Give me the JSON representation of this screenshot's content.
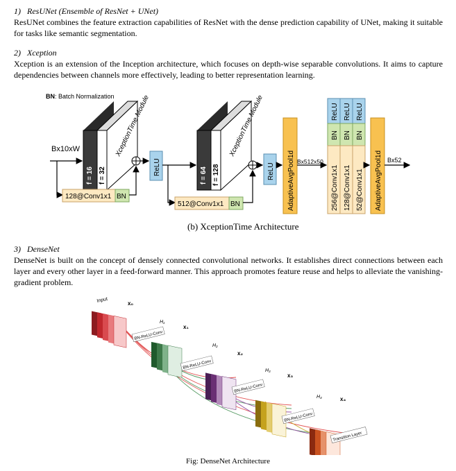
{
  "sections": [
    {
      "heading": "1)   ResUNet (Ensemble of ResNet + UNet)",
      "body": "ResUNet combines the feature extraction capabilities of ResNet with the dense prediction capability of UNet, making it suitable for tasks like semantic segmentation."
    },
    {
      "heading": "2)   Xception",
      "body": "Xception is an extension of the Inception architecture, which focuses on depth-wise separable convolutions. It aims to capture dependencies between channels more effectively, leading to better representation learning."
    },
    {
      "heading": "3)   DenseNet",
      "body": "DenseNet is built on the concept of densely connected convolutional networks. It establishes direct connections between each layer and every other layer in a feed-forward manner. This approach promotes feature reuse and helps to alleviate the vanishing-gradient problem."
    }
  ],
  "xception_figure": {
    "bn_note_bold": "BN",
    "bn_note_rest": ": Batch Normalization",
    "input_label": "Bx10xW",
    "module1": {
      "f1": "f = 16",
      "f2": "f = 32",
      "name": "XceptionTime Module"
    },
    "module2": {
      "f1": "f = 64",
      "f2": "f = 128",
      "name": "XceptionTime Module"
    },
    "shortcut1": "128@Conv1x1",
    "shortcut2": "512@Conv1x1",
    "bn": "BN",
    "relu": "ReLU",
    "pool": "AdaptiveAvgPool1d",
    "mid_label": "Bx512x50",
    "convs": [
      "256@Conv1x1",
      "128@Conv1x1",
      "52@Conv1x1"
    ],
    "out_label": "Bx52",
    "caption": "(b) XceptionTime Architecture",
    "colors": {
      "yellow": "#f8c150",
      "blue": "#a9d3ec",
      "green": "#cfe6b0",
      "beige": "#fde9c2",
      "gray": "#1b1b1b"
    }
  },
  "densenet_figure": {
    "input": "Input",
    "x_labels": [
      "x₀",
      "x₁",
      "x₂",
      "x₃",
      "x₄"
    ],
    "h_labels": [
      "H₁",
      "H₂",
      "H₃",
      "H₄"
    ],
    "conv_label": "BN-ReLU-Conv",
    "transition": "Transition Layer",
    "caption": "Fig: DenseNet Architecture",
    "colors": {
      "red": "#c0272d",
      "green": "#3e7a4a",
      "purple": "#6a2f74",
      "gold": "#c5a21d",
      "orange": "#c9521f"
    }
  }
}
